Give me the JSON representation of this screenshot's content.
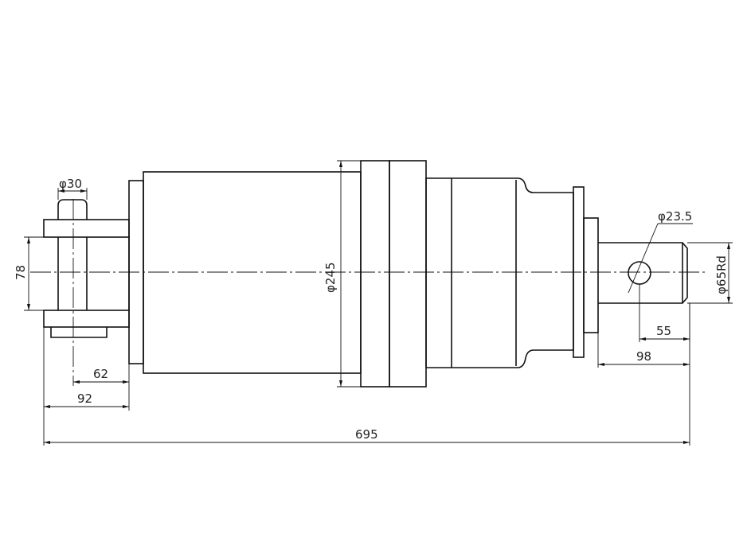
{
  "dimensions": {
    "d_pin": "φ30",
    "d_hole": "φ23.5",
    "d_body": "φ245",
    "d_thread": "φ65Rd",
    "h_clevis": "78",
    "l_62": "62",
    "l_92": "92",
    "l_55": "55",
    "l_98": "98",
    "l_total": "695"
  }
}
